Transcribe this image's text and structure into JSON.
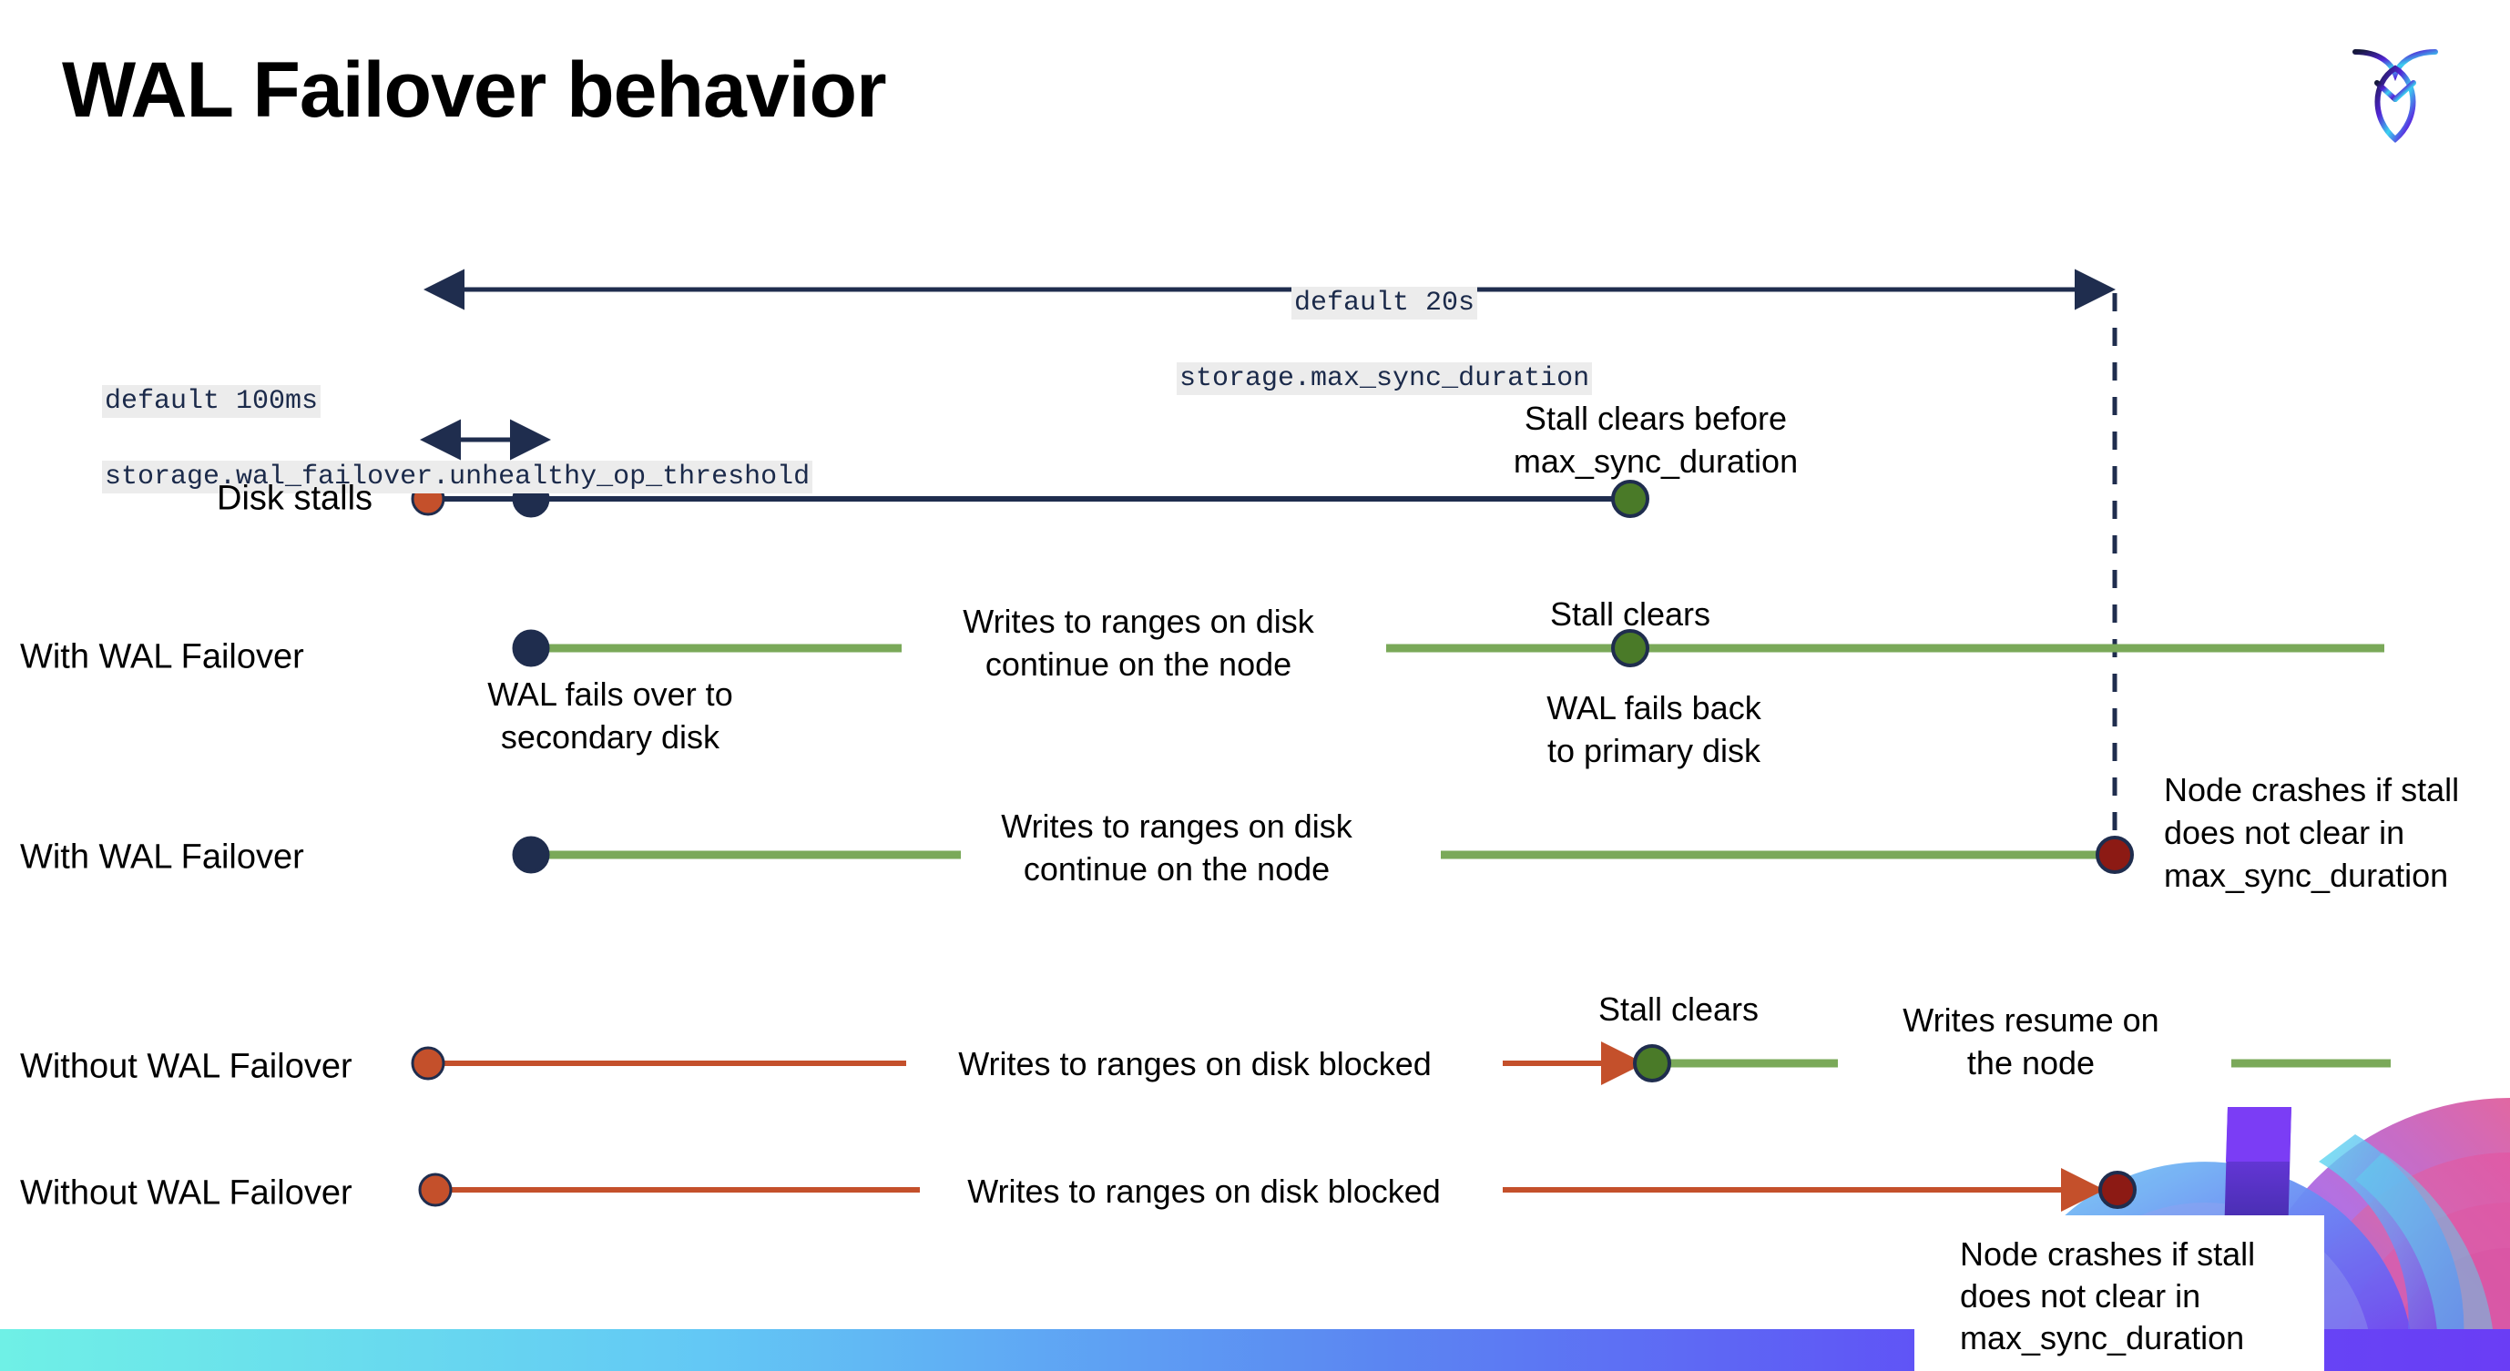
{
  "slide": {
    "title": "WAL Failover behavior",
    "logo_name": "cockroachdb-logo"
  },
  "settings": {
    "max_sync": {
      "default_label": "default 20s",
      "setting_name": "storage.max_sync_duration"
    },
    "unhealthy": {
      "default_label": "default 100ms",
      "setting_name": "storage.wal_failover.unhealthy_op_threshold"
    }
  },
  "rows": [
    {
      "id": "disk-stalls",
      "label": "Disk stalls",
      "annotations": [
        {
          "id": "stall-clears-before",
          "text": "Stall clears before\nmax_sync_duration"
        }
      ]
    },
    {
      "id": "with-wal-failover-recovers",
      "label": "With WAL Failover",
      "annotations": [
        {
          "id": "wal-fails-over",
          "text": "WAL fails over to\nsecondary disk"
        },
        {
          "id": "writes-continue",
          "text": "Writes to ranges on disk\ncontinue on the node"
        },
        {
          "id": "stall-clears",
          "text": "Stall clears"
        },
        {
          "id": "wal-fails-back",
          "text": "WAL fails  back\nto primary disk"
        }
      ]
    },
    {
      "id": "with-wal-failover-crashes",
      "label": "With WAL Failover",
      "annotations": [
        {
          "id": "writes-continue-2",
          "text": "Writes to ranges on disk\ncontinue on the node"
        },
        {
          "id": "node-crashes-1",
          "text": "Node crashes if stall\ndoes not clear in\nmax_sync_duration"
        }
      ]
    },
    {
      "id": "without-wal-failover-recovers",
      "label": "Without WAL Failover",
      "annotations": [
        {
          "id": "writes-blocked-1",
          "text": "Writes to ranges on disk  blocked"
        },
        {
          "id": "stall-clears-2",
          "text": "Stall clears"
        },
        {
          "id": "writes-resume",
          "text": "Writes resume on\nthe node"
        }
      ]
    },
    {
      "id": "without-wal-failover-crashes",
      "label": "Without WAL Failover",
      "annotations": [
        {
          "id": "writes-blocked-2",
          "text": "Writes to ranges on disk  blocked"
        },
        {
          "id": "node-crashes-2",
          "text": "Node crashes if stall\ndoes not clear in\nmax_sync_duration"
        }
      ]
    }
  ],
  "colors": {
    "navy": "#1f2d4e",
    "green_line": "#7aa959",
    "green_marker": "#4a7a28",
    "orange": "#c4502b",
    "dark_red": "#8c1a14",
    "code_bg": "#ececec",
    "gradient_start": "#6ff0e6",
    "gradient_end": "#6a3df5"
  }
}
